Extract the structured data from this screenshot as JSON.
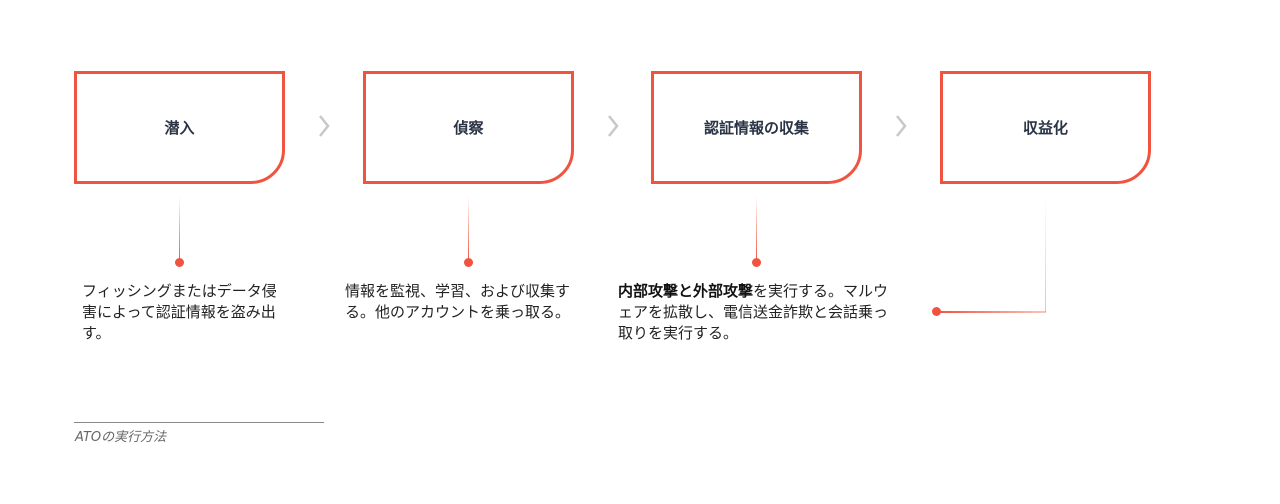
{
  "steps": [
    {
      "title": "潜入",
      "description": "フィッシングまたはデータ侵害によって認証情報を盗み出す。"
    },
    {
      "title": "偵察",
      "description": "情報を監視、学習、および収集する。他のアカウントを乗っ取る。"
    },
    {
      "title": "認証情報の収集",
      "description_bold": "内部攻撃と外部攻撃",
      "description": "を実行する。マルウェアを拡散し、電信送金詐欺と会話乗っ取りを実行する。"
    },
    {
      "title": "収益化"
    }
  ],
  "caption": "ATOの実行方法",
  "colors": {
    "accent": "#f0533f",
    "chevron": "#c8c8c8",
    "title": "#2b3445"
  }
}
